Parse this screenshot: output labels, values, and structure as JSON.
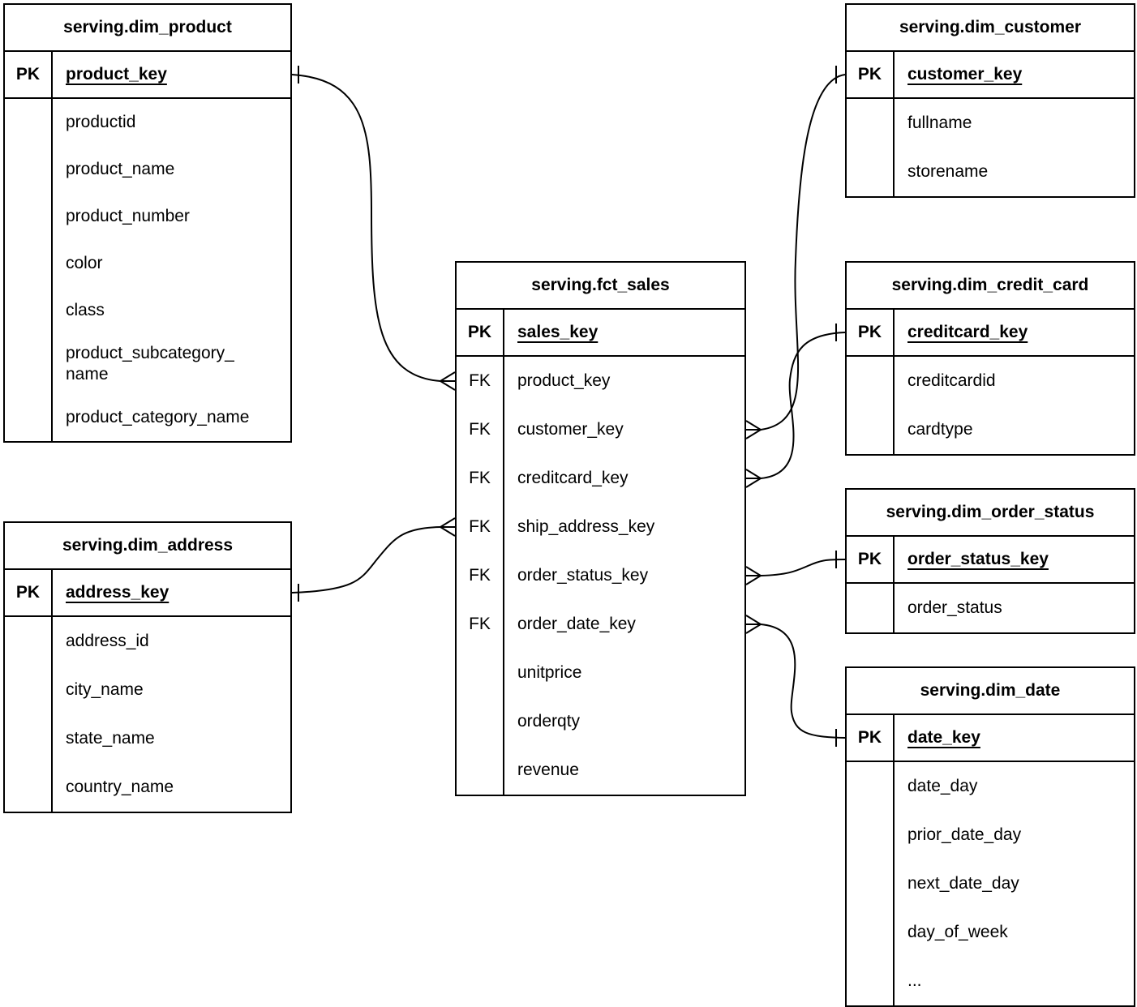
{
  "colors": {
    "line": "#000000",
    "background": "#ffffff",
    "text": "#000000"
  },
  "tables": [
    {
      "title": "serving.dim_product",
      "pk": {
        "tag": "PK",
        "name": "product_key"
      },
      "rows": [
        {
          "tag": "",
          "name": "productid"
        },
        {
          "tag": "",
          "name": "product_name"
        },
        {
          "tag": "",
          "name": "product_number"
        },
        {
          "tag": "",
          "name": "color"
        },
        {
          "tag": "",
          "name": "class"
        },
        {
          "tag": "",
          "name": "product_subcategory_name"
        },
        {
          "tag": "",
          "name": "product_category_name"
        }
      ]
    },
    {
      "title": "serving.dim_address",
      "pk": {
        "tag": "PK",
        "name": "address_key"
      },
      "rows": [
        {
          "tag": "",
          "name": "address_id"
        },
        {
          "tag": "",
          "name": "city_name"
        },
        {
          "tag": "",
          "name": "state_name"
        },
        {
          "tag": "",
          "name": "country_name"
        }
      ]
    },
    {
      "title": "serving.fct_sales",
      "pk": {
        "tag": "PK",
        "name": "sales_key"
      },
      "rows": [
        {
          "tag": "FK",
          "name": "product_key"
        },
        {
          "tag": "FK",
          "name": "customer_key"
        },
        {
          "tag": "FK",
          "name": "creditcard_key"
        },
        {
          "tag": "FK",
          "name": "ship_address_key"
        },
        {
          "tag": "FK",
          "name": "order_status_key"
        },
        {
          "tag": "FK",
          "name": "order_date_key"
        },
        {
          "tag": "",
          "name": "unitprice"
        },
        {
          "tag": "",
          "name": "orderqty"
        },
        {
          "tag": "",
          "name": "revenue"
        }
      ]
    },
    {
      "title": "serving.dim_customer",
      "pk": {
        "tag": "PK",
        "name": "customer_key"
      },
      "rows": [
        {
          "tag": "",
          "name": "fullname"
        },
        {
          "tag": "",
          "name": "storename"
        }
      ]
    },
    {
      "title": "serving.dim_credit_card",
      "pk": {
        "tag": "PK",
        "name": "creditcard_key"
      },
      "rows": [
        {
          "tag": "",
          "name": "creditcardid"
        },
        {
          "tag": "",
          "name": "cardtype"
        }
      ]
    },
    {
      "title": "serving.dim_order_status",
      "pk": {
        "tag": "PK",
        "name": "order_status_key"
      },
      "rows": [
        {
          "tag": "",
          "name": "order_status"
        }
      ]
    },
    {
      "title": "serving.dim_date",
      "pk": {
        "tag": "PK",
        "name": "date_key"
      },
      "rows": [
        {
          "tag": "",
          "name": "date_day"
        },
        {
          "tag": "",
          "name": "prior_date_day"
        },
        {
          "tag": "",
          "name": "next_date_day"
        },
        {
          "tag": "",
          "name": "day_of_week"
        },
        {
          "tag": "",
          "name": "..."
        }
      ]
    }
  ],
  "relationships": [
    {
      "one_table": "serving.dim_product",
      "one_field": "product_key",
      "many_table": "serving.fct_sales",
      "many_field": "product_key",
      "cardinality": "one-to-many"
    },
    {
      "one_table": "serving.dim_address",
      "one_field": "address_key",
      "many_table": "serving.fct_sales",
      "many_field": "ship_address_key",
      "cardinality": "one-to-many"
    },
    {
      "one_table": "serving.dim_customer",
      "one_field": "customer_key",
      "many_table": "serving.fct_sales",
      "many_field": "customer_key",
      "cardinality": "one-to-many"
    },
    {
      "one_table": "serving.dim_credit_card",
      "one_field": "creditcard_key",
      "many_table": "serving.fct_sales",
      "many_field": "creditcard_key",
      "cardinality": "one-to-many"
    },
    {
      "one_table": "serving.dim_order_status",
      "one_field": "order_status_key",
      "many_table": "serving.fct_sales",
      "many_field": "order_status_key",
      "cardinality": "one-to-many"
    },
    {
      "one_table": "serving.dim_date",
      "one_field": "date_key",
      "many_table": "serving.fct_sales",
      "many_field": "order_date_key",
      "cardinality": "one-to-many"
    }
  ]
}
